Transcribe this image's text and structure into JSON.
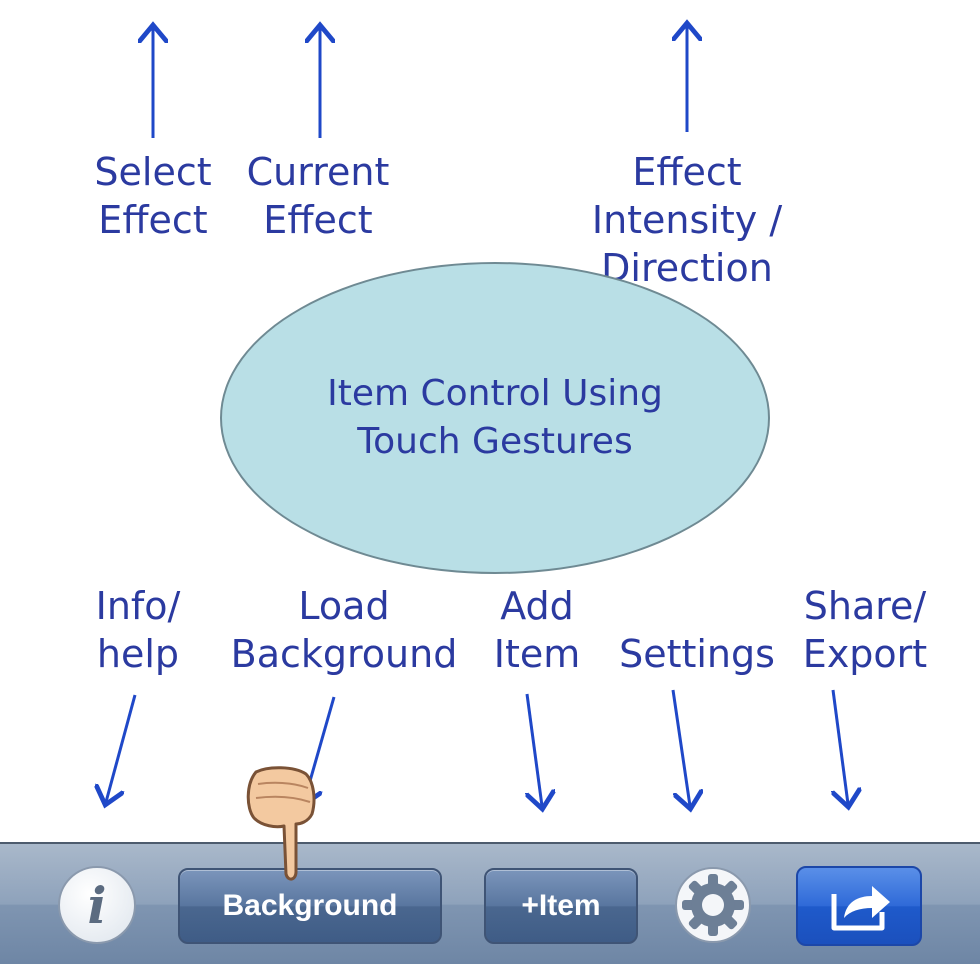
{
  "annotations": {
    "select_effect": "Select\nEffect",
    "current_effect": "Current\nEffect",
    "effect_intensity": "Effect\nIntensity / Direction",
    "center_area": "Item Control Using\nTouch Gestures",
    "info_help": "Info/\nhelp",
    "load_background": "Load\nBackground",
    "add_item": "Add\nItem",
    "settings": "Settings",
    "share_export": "Share/\nExport"
  },
  "toolbar": {
    "info_icon_glyph": "i",
    "background_button": "Background",
    "add_item_button": "+Item"
  },
  "colors": {
    "annotation_text": "#2b3aa0",
    "arrow": "#1f48c8",
    "ellipse_fill": "#b9dfe6",
    "share_button": "#2f6ad8"
  },
  "icons": [
    "info-icon",
    "gear-icon",
    "share-icon",
    "pointing-hand-icon"
  ]
}
